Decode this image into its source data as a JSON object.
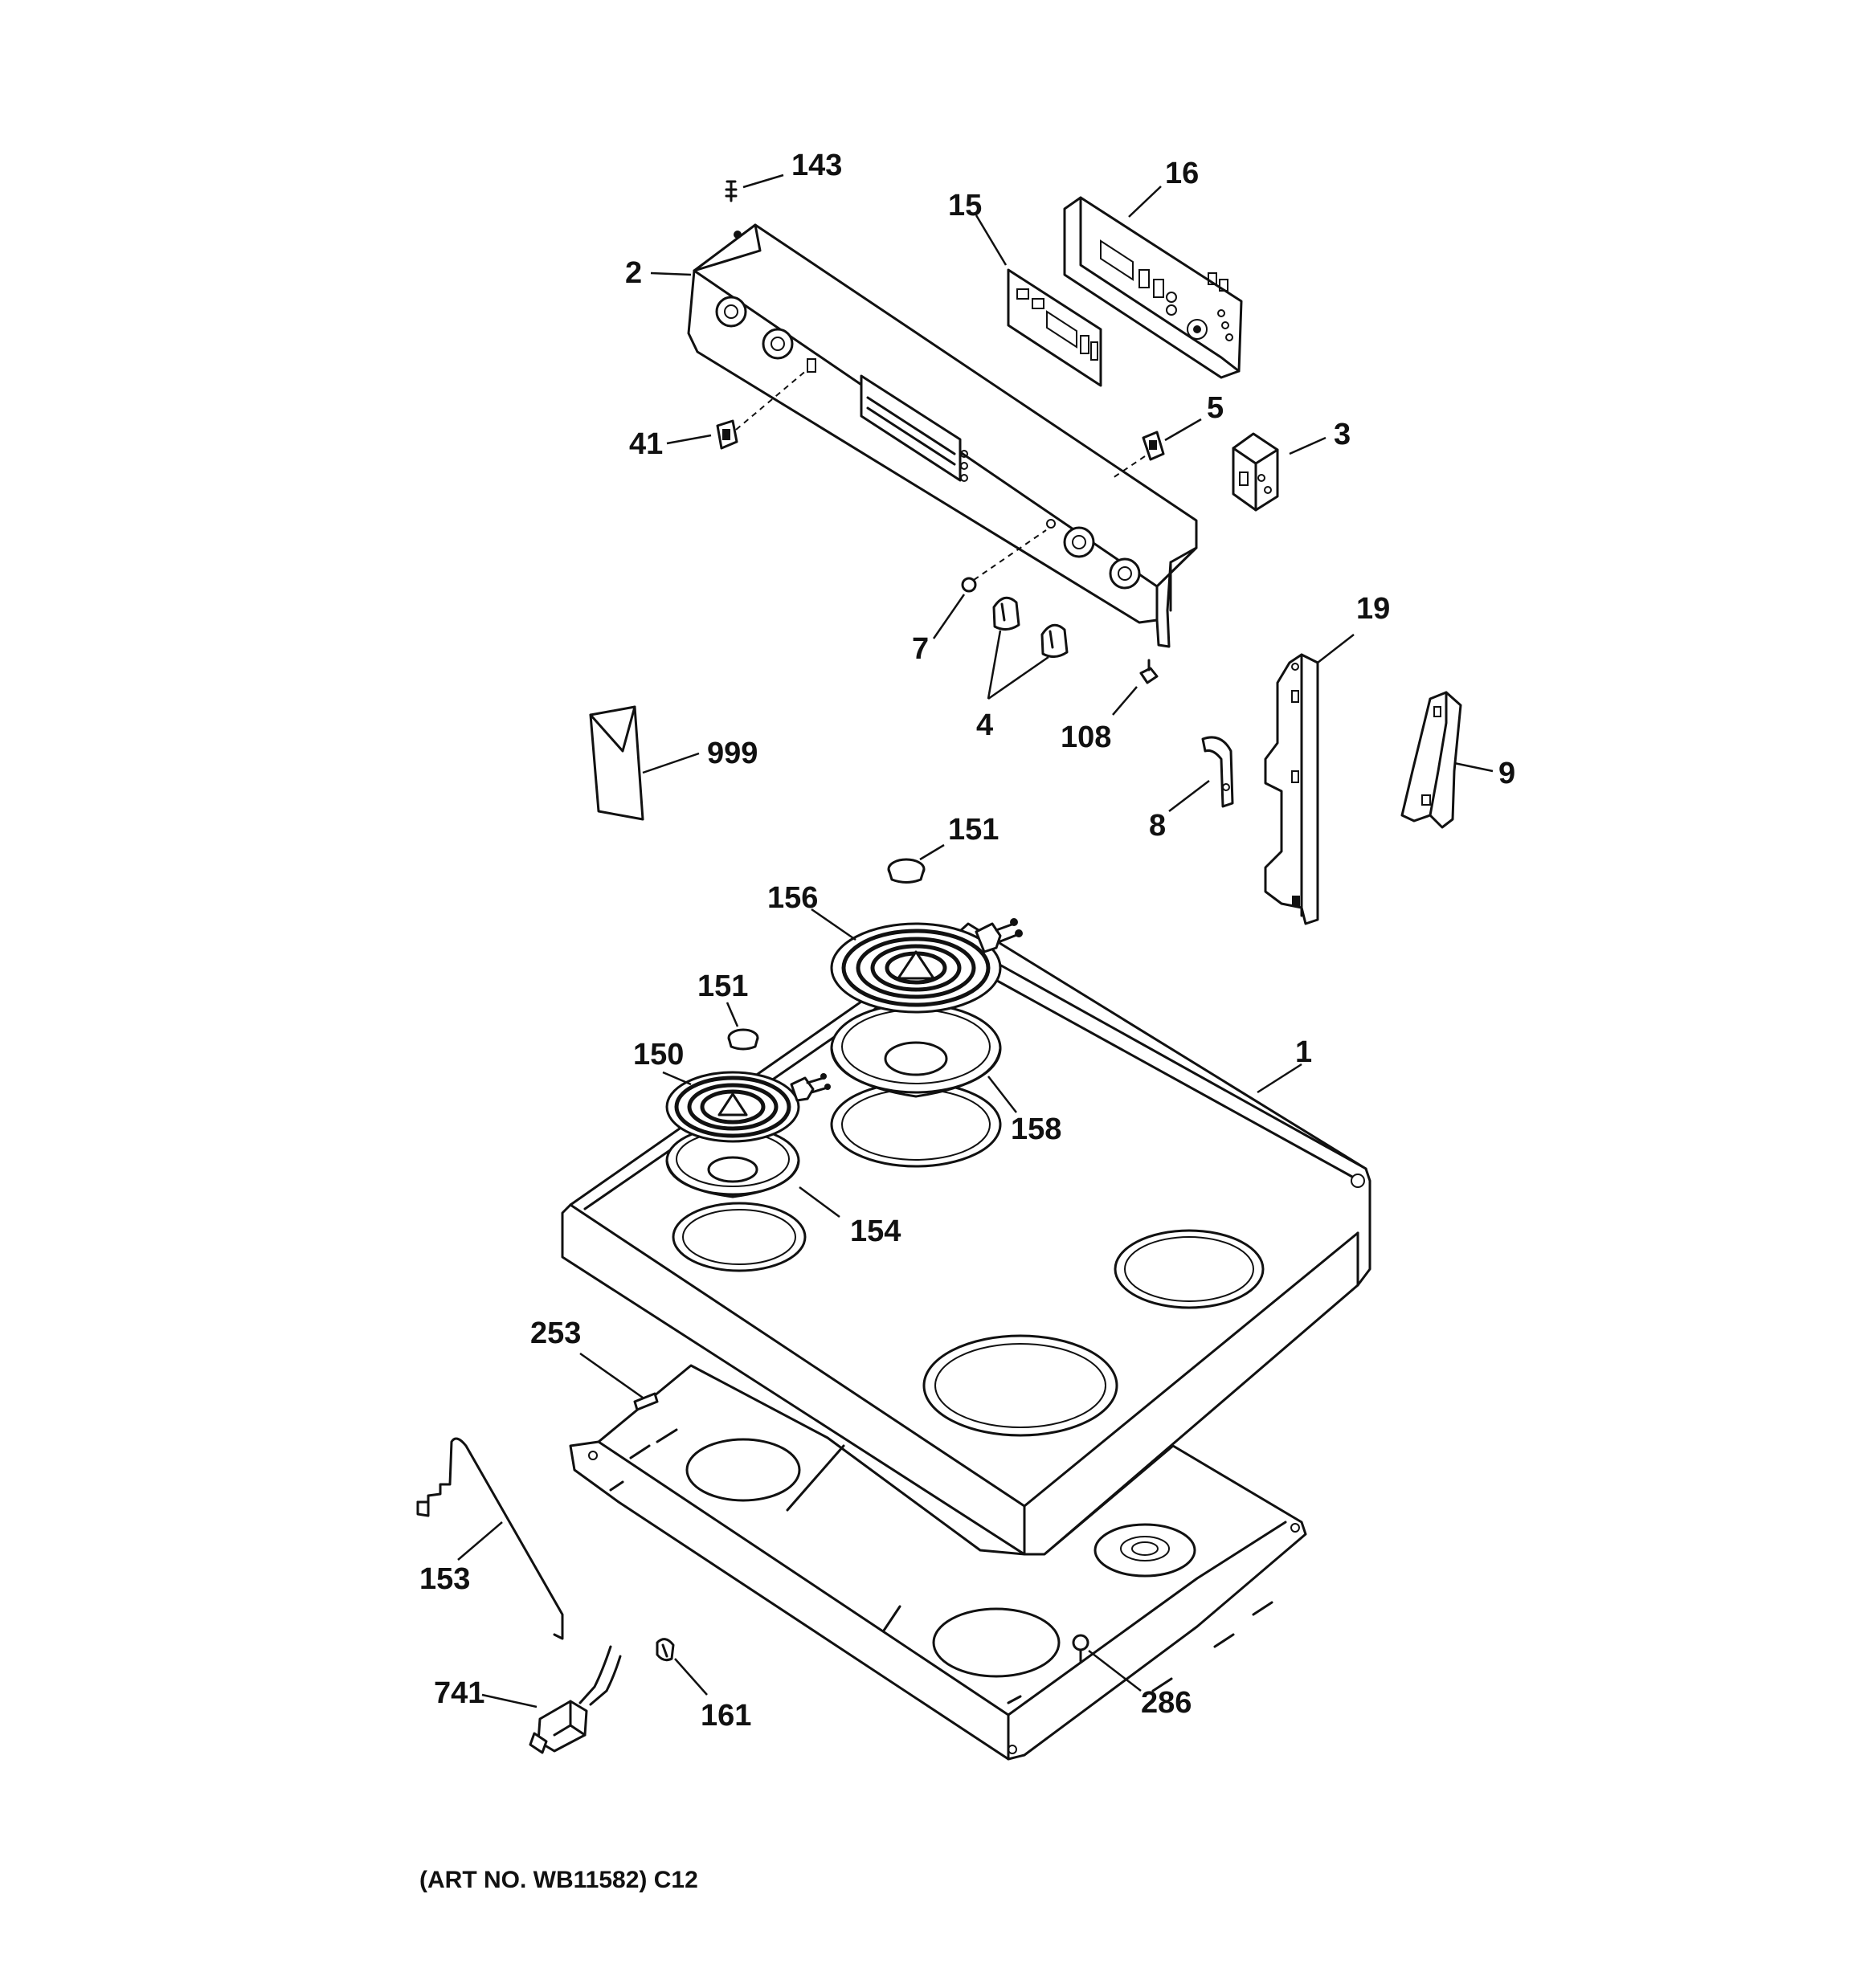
{
  "caption": "(ART NO. WB11582) C12",
  "callouts": [
    {
      "id": "143",
      "text": "143"
    },
    {
      "id": "16",
      "text": "16"
    },
    {
      "id": "15",
      "text": "15"
    },
    {
      "id": "2",
      "text": "2"
    },
    {
      "id": "5",
      "text": "5"
    },
    {
      "id": "3",
      "text": "3"
    },
    {
      "id": "41",
      "text": "41"
    },
    {
      "id": "19",
      "text": "19"
    },
    {
      "id": "7",
      "text": "7"
    },
    {
      "id": "4",
      "text": "4"
    },
    {
      "id": "108",
      "text": "108"
    },
    {
      "id": "999",
      "text": "999"
    },
    {
      "id": "9",
      "text": "9"
    },
    {
      "id": "8",
      "text": "8"
    },
    {
      "id": "151a",
      "text": "151"
    },
    {
      "id": "156",
      "text": "156"
    },
    {
      "id": "151b",
      "text": "151"
    },
    {
      "id": "150",
      "text": "150"
    },
    {
      "id": "1",
      "text": "1"
    },
    {
      "id": "158",
      "text": "158"
    },
    {
      "id": "154",
      "text": "154"
    },
    {
      "id": "253",
      "text": "253"
    },
    {
      "id": "153",
      "text": "153"
    },
    {
      "id": "741",
      "text": "741"
    },
    {
      "id": "161",
      "text": "161"
    },
    {
      "id": "286",
      "text": "286"
    }
  ]
}
